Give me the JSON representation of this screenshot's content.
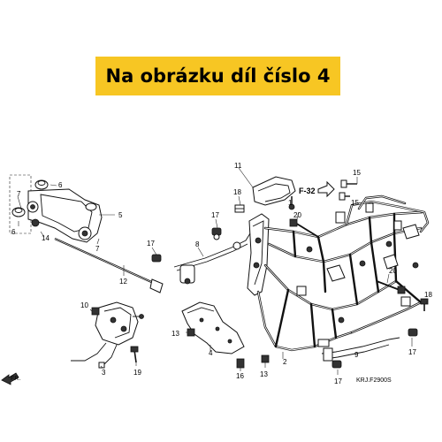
{
  "banner": {
    "text": "Na obrázku díl číslo 4",
    "color": "#f7c623"
  },
  "callouts": [
    "1",
    "2",
    "3",
    "4",
    "5",
    "6",
    "7",
    "8",
    "9",
    "10",
    "11",
    "12",
    "13",
    "14",
    "15",
    "16",
    "17",
    "18",
    "19",
    "20"
  ],
  "labels": {
    "ref": "F-32",
    "code": "KRJ.F2900S",
    "direction": "FR."
  }
}
